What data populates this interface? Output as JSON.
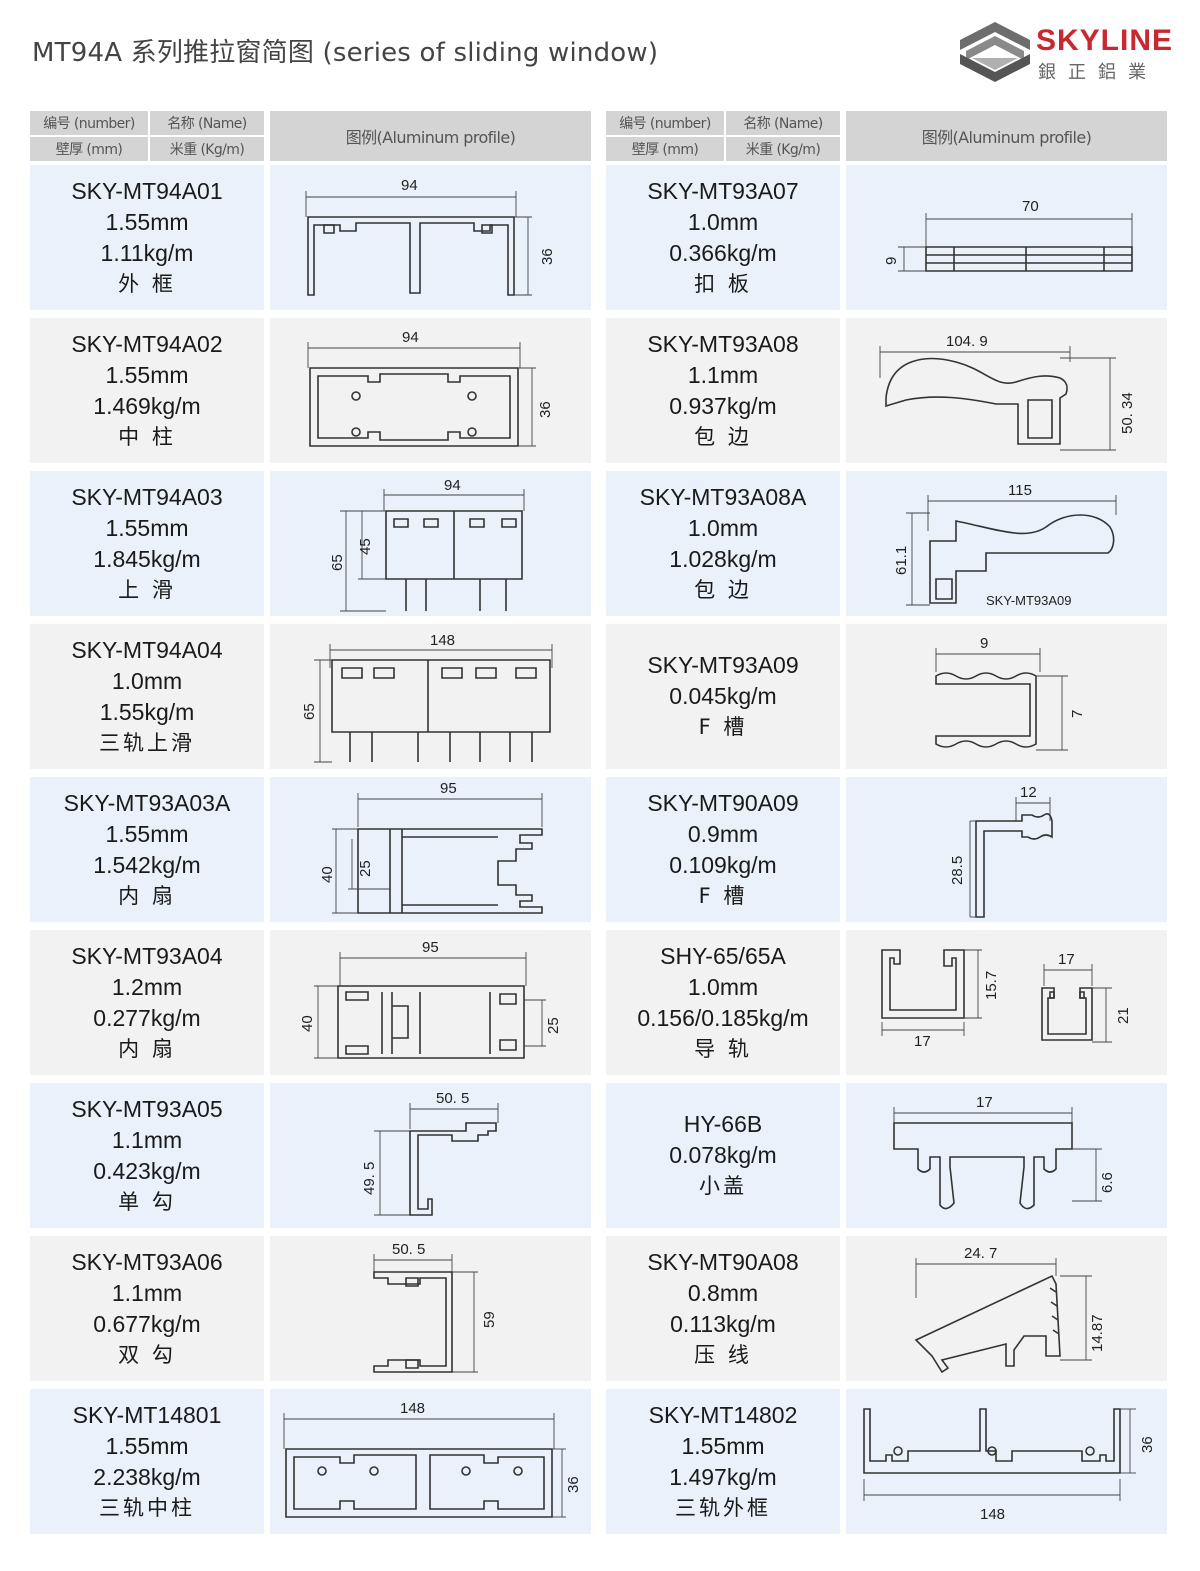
{
  "title": "MT94A 系列推拉窗简图 (series of  sliding  window)",
  "logo": {
    "brand": "SKYLINE",
    "brand_cn": "銀正鋁業"
  },
  "header": {
    "number": "编号 (number)",
    "name": "名称 (Name)",
    "thickness": "壁厚 (mm)",
    "weight": "米重 (Kg/m)",
    "figure": "图例(Aluminum profile)"
  },
  "rows": [
    {
      "left": {
        "lines": [
          "SKY-MT94A01",
          "1.55mm",
          "1.11kg/m",
          "外 框"
        ],
        "dims": [
          "94",
          "36"
        ]
      },
      "right": {
        "lines": [
          "SKY-MT93A07",
          "1.0mm",
          "0.366kg/m",
          "扣 板"
        ],
        "dims": [
          "70",
          "9"
        ]
      }
    },
    {
      "left": {
        "lines": [
          "SKY-MT94A02",
          "1.55mm",
          "1.469kg/m",
          "中 柱"
        ],
        "dims": [
          "94",
          "36"
        ]
      },
      "right": {
        "lines": [
          "SKY-MT93A08",
          "1.1mm",
          "0.937kg/m",
          "包 边"
        ],
        "dims": [
          "104. 9",
          "50. 34"
        ]
      }
    },
    {
      "left": {
        "lines": [
          "SKY-MT94A03",
          "1.55mm",
          "1.845kg/m",
          "上 滑"
        ],
        "dims": [
          "94",
          "65",
          "45"
        ]
      },
      "right": {
        "lines": [
          "SKY-MT93A08A",
          "1.0mm",
          "1.028kg/m",
          "包 边"
        ],
        "dims": [
          "115",
          "61.1",
          "SKY-MT93A09"
        ]
      }
    },
    {
      "left": {
        "lines": [
          "SKY-MT94A04",
          "1.0mm",
          "1.55kg/m",
          "三轨上滑"
        ],
        "dims": [
          "148",
          "65"
        ]
      },
      "right": {
        "lines": [
          "SKY-MT93A09",
          "0.045kg/m",
          "F 槽"
        ],
        "dims": [
          "9",
          "7"
        ]
      }
    },
    {
      "left": {
        "lines": [
          "SKY-MT93A03A",
          "1.55mm",
          "1.542kg/m",
          "内 扇"
        ],
        "dims": [
          "95",
          "40",
          "25"
        ]
      },
      "right": {
        "lines": [
          "SKY-MT90A09",
          "0.9mm",
          "0.109kg/m",
          "F 槽"
        ],
        "dims": [
          "12",
          "28.5"
        ]
      }
    },
    {
      "left": {
        "lines": [
          "SKY-MT93A04",
          "1.2mm",
          "0.277kg/m",
          "内 扇"
        ],
        "dims": [
          "95",
          "40",
          "25"
        ]
      },
      "right": {
        "lines": [
          "SHY-65/65A",
          "1.0mm",
          "0.156/0.185kg/m",
          "导 轨"
        ],
        "dims": [
          "15.7",
          "17",
          "17",
          "21"
        ]
      }
    },
    {
      "left": {
        "lines": [
          "SKY-MT93A05",
          "1.1mm",
          "0.423kg/m",
          "单 勾"
        ],
        "dims": [
          "50. 5",
          "49. 5"
        ]
      },
      "right": {
        "lines": [
          "HY-66B",
          "0.078kg/m",
          "小盖"
        ],
        "dims": [
          "17",
          "6.6"
        ]
      }
    },
    {
      "left": {
        "lines": [
          "SKY-MT93A06",
          "1.1mm",
          "0.677kg/m",
          "双 勾"
        ],
        "dims": [
          "50. 5",
          "59"
        ]
      },
      "right": {
        "lines": [
          "SKY-MT90A08",
          "0.8mm",
          "0.113kg/m",
          "压 线"
        ],
        "dims": [
          "24. 7",
          "14.87"
        ]
      }
    },
    {
      "left": {
        "lines": [
          "SKY-MT14801",
          "1.55mm",
          "2.238kg/m",
          "三轨中柱"
        ],
        "dims": [
          "148",
          "36"
        ]
      },
      "right": {
        "lines": [
          "SKY-MT14802",
          "1.55mm",
          "1.497kg/m",
          "三轨外框"
        ],
        "dims": [
          "36",
          "148"
        ]
      }
    }
  ]
}
